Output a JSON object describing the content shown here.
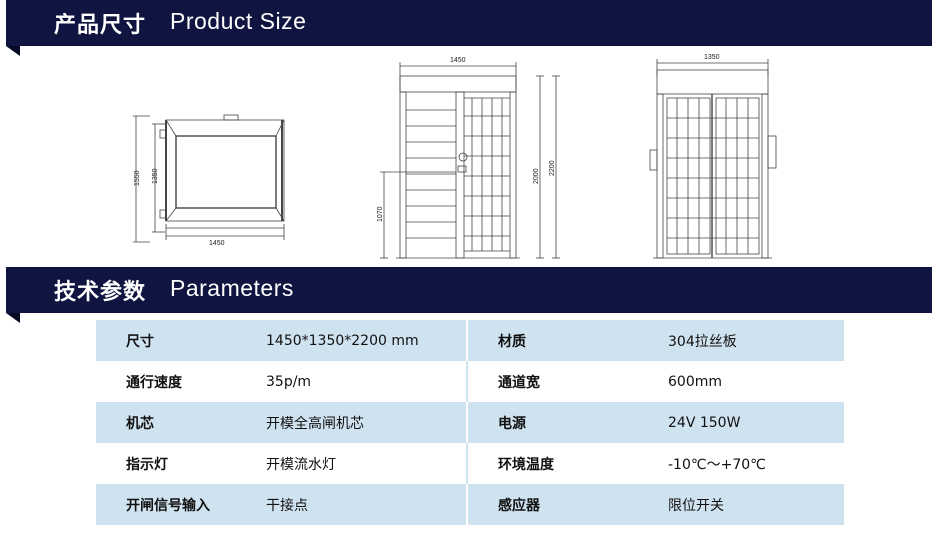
{
  "header_size": {
    "title_cn": "产品尺寸",
    "title_en": "Product Size"
  },
  "drawings": {
    "top_view": {
      "dim_width": "1450",
      "dim_height_outer": "1550",
      "dim_height_inner": "1350"
    },
    "front_view": {
      "dim_width": "1450",
      "dim_height_total": "2200",
      "dim_height_frame": "2000",
      "dim_height_handle": "1070"
    },
    "side_view": {
      "dim_width": "1350"
    }
  },
  "header_params": {
    "title_cn": "技术参数",
    "title_en": "Parameters"
  },
  "params": {
    "rows": [
      {
        "k1": "尺寸",
        "v1": "1450*1350*2200 mm",
        "k2": "材质",
        "v2": "304拉丝板"
      },
      {
        "k1": "通行速度",
        "v1": "35p/m",
        "k2": "通道宽",
        "v2": "600mm"
      },
      {
        "k1": "机芯",
        "v1": "开模全高闸机芯",
        "k2": "电源",
        "v2": "24V 150W"
      },
      {
        "k1": "指示灯",
        "v1": "开模流水灯",
        "k2": "环境温度",
        "v2": "-10℃～+70℃"
      },
      {
        "k1": "开闸信号输入",
        "v1": "干接点",
        "k2": "感应器",
        "v2": "限位开关"
      }
    ]
  },
  "colors": {
    "banner": "#0f1440",
    "row_shade": "#cfe2f0"
  }
}
